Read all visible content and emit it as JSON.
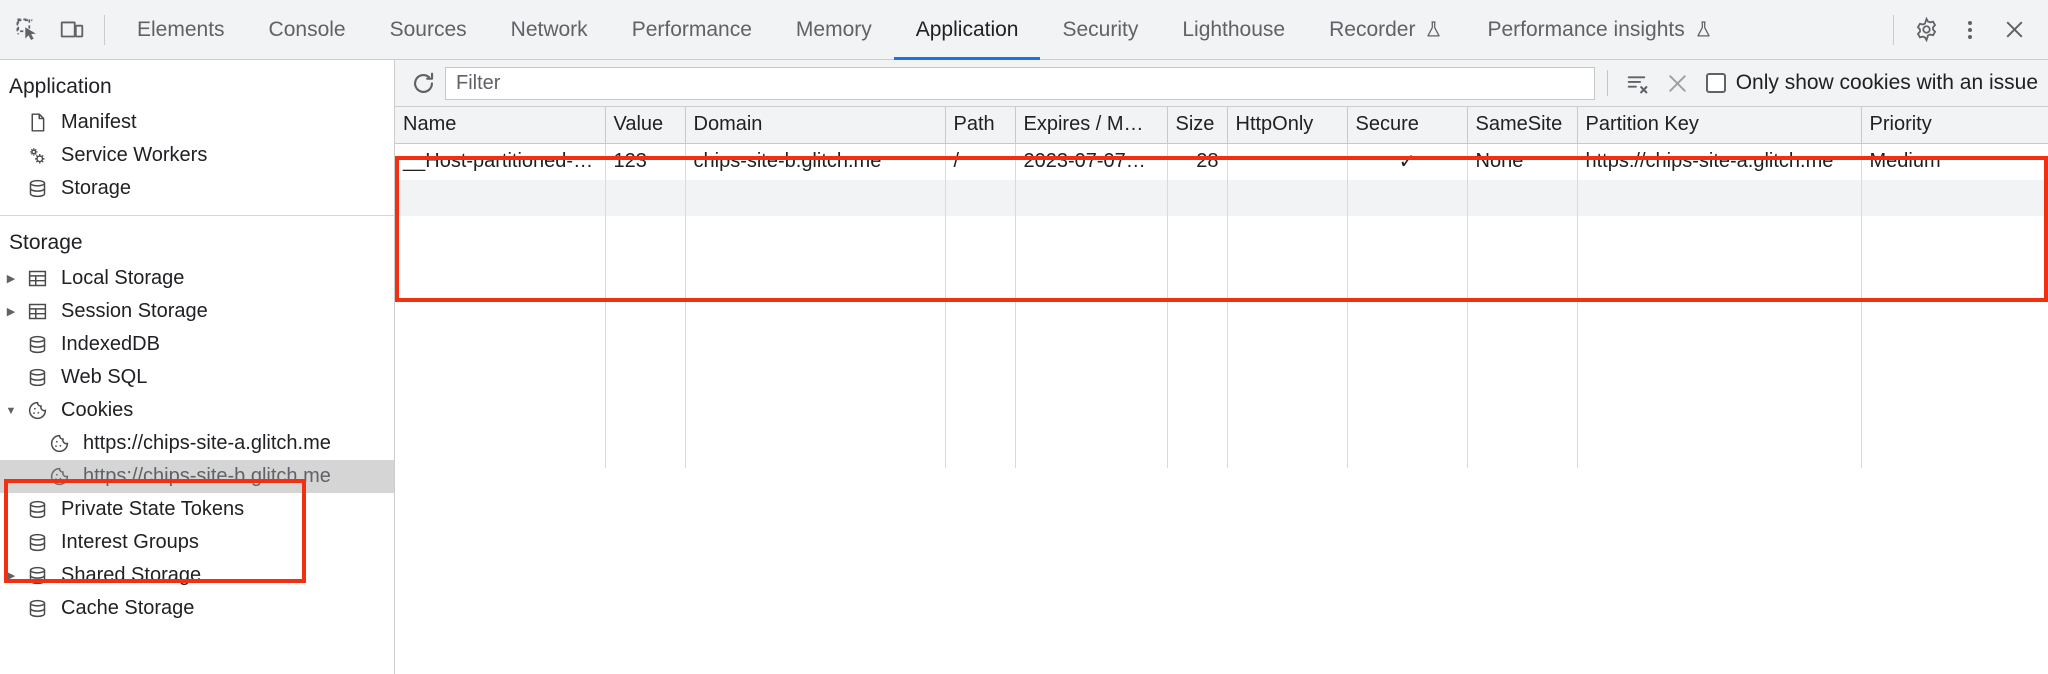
{
  "toolbar": {
    "inspect_icon": "inspect-element-icon",
    "device_icon": "device-toolbar-icon",
    "tabs": [
      {
        "label": "Elements",
        "active": false,
        "experiment": false
      },
      {
        "label": "Console",
        "active": false,
        "experiment": false
      },
      {
        "label": "Sources",
        "active": false,
        "experiment": false
      },
      {
        "label": "Network",
        "active": false,
        "experiment": false
      },
      {
        "label": "Performance",
        "active": false,
        "experiment": false
      },
      {
        "label": "Memory",
        "active": false,
        "experiment": false
      },
      {
        "label": "Application",
        "active": true,
        "experiment": false
      },
      {
        "label": "Security",
        "active": false,
        "experiment": false
      },
      {
        "label": "Lighthouse",
        "active": false,
        "experiment": false
      },
      {
        "label": "Recorder",
        "active": false,
        "experiment": true
      },
      {
        "label": "Performance insights",
        "active": false,
        "experiment": true
      }
    ],
    "settings_icon": "gear-icon",
    "more_icon": "more-options-icon",
    "close_icon": "close-icon"
  },
  "sidebar": {
    "application": {
      "title": "Application",
      "items": [
        {
          "label": "Manifest",
          "icon": "manifest-document-icon",
          "twisty": "",
          "indent": 1
        },
        {
          "label": "Service Workers",
          "icon": "service-workers-gears-icon",
          "twisty": "",
          "indent": 1
        },
        {
          "label": "Storage",
          "icon": "database-icon",
          "twisty": "",
          "indent": 1
        }
      ]
    },
    "storage": {
      "title": "Storage",
      "items": [
        {
          "label": "Local Storage",
          "icon": "table-grid-icon",
          "twisty": "collapsed",
          "indent": 1,
          "selected": false
        },
        {
          "label": "Session Storage",
          "icon": "table-grid-icon",
          "twisty": "collapsed",
          "indent": 1,
          "selected": false
        },
        {
          "label": "IndexedDB",
          "icon": "database-icon",
          "twisty": "",
          "indent": 1,
          "selected": false
        },
        {
          "label": "Web SQL",
          "icon": "database-icon",
          "twisty": "",
          "indent": 1,
          "selected": false
        },
        {
          "label": "Cookies",
          "icon": "cookie-icon",
          "twisty": "expanded",
          "indent": 1,
          "selected": false
        },
        {
          "label": "https://chips-site-a.glitch.me",
          "icon": "cookie-icon",
          "twisty": "",
          "indent": 2,
          "selected": false
        },
        {
          "label": "https://chips-site-b.glitch.me",
          "icon": "cookie-icon",
          "twisty": "",
          "indent": 2,
          "selected": true
        },
        {
          "label": "Private State Tokens",
          "icon": "database-icon",
          "twisty": "",
          "indent": 1,
          "selected": false
        },
        {
          "label": "Interest Groups",
          "icon": "database-icon",
          "twisty": "",
          "indent": 1,
          "selected": false
        },
        {
          "label": "Shared Storage",
          "icon": "database-icon",
          "twisty": "collapsed",
          "indent": 1,
          "selected": false
        },
        {
          "label": "Cache Storage",
          "icon": "database-icon",
          "twisty": "",
          "indent": 1,
          "selected": false
        }
      ]
    }
  },
  "filterbar": {
    "refresh_icon": "refresh-icon",
    "filter_value": "",
    "filter_placeholder": "Filter",
    "clear_all_icon": "clear-all-cookies-icon",
    "clear_filtered_icon": "clear-filtered-cookies-icon",
    "issue_checkbox_label": "Only show cookies with an issue",
    "issue_checkbox_checked": false
  },
  "table": {
    "columns": [
      "Name",
      "Value",
      "Domain",
      "Path",
      "Expires / M…",
      "Size",
      "HttpOnly",
      "Secure",
      "SameSite",
      "Partition Key",
      "Priority"
    ],
    "rows": [
      {
        "name": "__Host-partitioned-cookie",
        "value": "123",
        "domain": "chips-site-b.glitch.me",
        "path": "/",
        "expires": "2023-07-07…",
        "size": "28",
        "httponly": "",
        "secure": "✓",
        "samesite": "None",
        "partition_key": "https://chips-site-a.glitch.me",
        "priority": "Medium"
      }
    ]
  },
  "annotations": {
    "highlight_color": "#f03010",
    "regions": [
      "cookies-subtree-highlight",
      "cookie-table-highlight"
    ]
  }
}
